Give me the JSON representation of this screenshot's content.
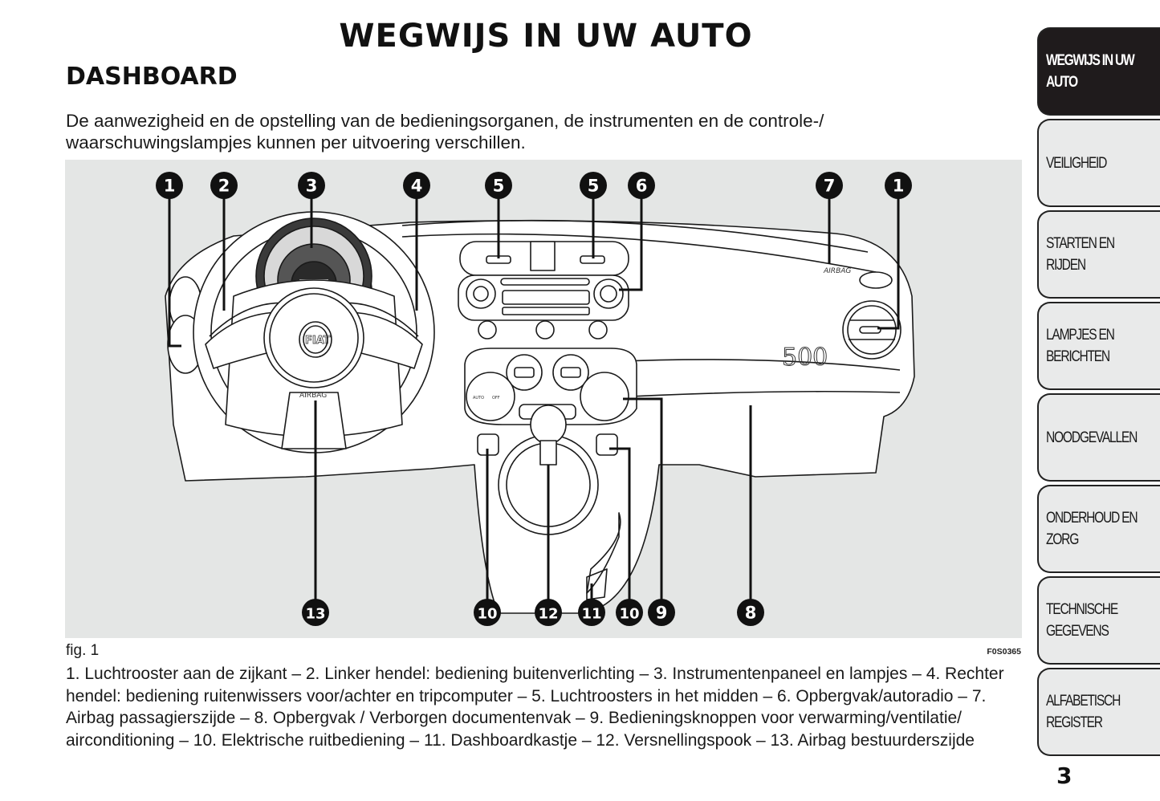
{
  "header": {
    "chapter_title": "WEGWIJS IN UW AUTO",
    "section_title": "DASHBOARD",
    "intro_text": "De aanwezigheid en de opstelling van de bedieningsorganen, de instrumenten en de controle-/ waarschuwingslampjes kunnen per uitvoering verschillen."
  },
  "figure": {
    "label": "fig. 1",
    "code": "F0S0365",
    "drawing_labels": {
      "airbag_wheel": "AIRBAG",
      "airbag_dash": "AIRBAG",
      "model_badge": "500",
      "brand_badge": "FIAT",
      "climate_auto": "AUTO",
      "climate_off": "OFF"
    },
    "callouts_top": [
      "1",
      "2",
      "3",
      "4",
      "5",
      "5",
      "6",
      "7",
      "1"
    ],
    "callouts_bottom": [
      "13",
      "10",
      "12",
      "11",
      "10",
      "9",
      "8"
    ]
  },
  "legend": {
    "text": "1. Luchtrooster aan de zijkant – 2. Linker hendel: bediening buitenverlichting – 3. Instrumentenpaneel en lampjes – 4. Rechter hendel: bediening ruitenwissers voor/achter en tripcomputer – 5. Luchtroosters in het midden – 6. Opbergvak/autoradio – 7. Airbag passagierszijde – 8. Opbergvak / Verborgen documentenvak – 9. Bedieningsknoppen voor verwarming/ventilatie/ airconditioning – 10. Elektrische ruitbediening – 11. Dashboardkastje – 12. Versnellingspook – 13. Airbag bestuurderszijde"
  },
  "sidebar": {
    "tabs": [
      {
        "label": "WEGWIJS IN UW\nAUTO",
        "active": true
      },
      {
        "label": "VEILIGHEID",
        "active": false
      },
      {
        "label": "STARTEN EN RIJDEN",
        "active": false
      },
      {
        "label": "LAMPJES EN\nBERICHTEN",
        "active": false
      },
      {
        "label": "NOODGEVALLEN",
        "active": false
      },
      {
        "label": "ONDERHOUD EN\nZORG",
        "active": false
      },
      {
        "label": "TECHNISCHE\nGEGEVENS",
        "active": false
      },
      {
        "label": "ALFABETISCH\nREGISTER",
        "active": false
      }
    ]
  },
  "page": {
    "number": "3"
  },
  "colors": {
    "figure_background": "#e4e6e5",
    "active_tab": "#1f1b1c",
    "inactive_tab": "#e9eaea",
    "callout": "#111111"
  }
}
